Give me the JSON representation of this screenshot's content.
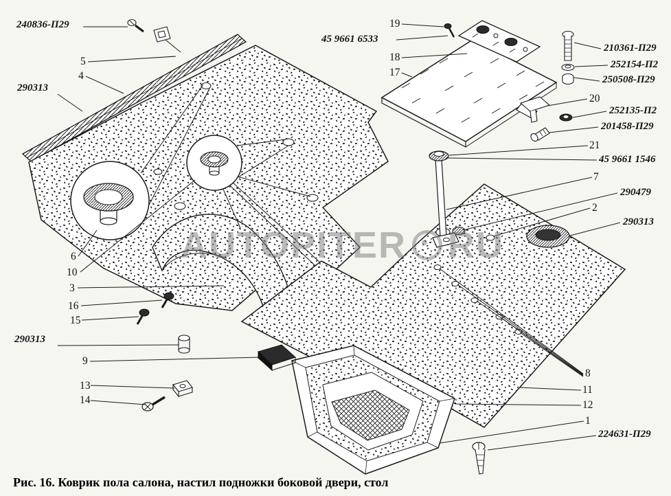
{
  "figure": {
    "caption": "Рис. 16. Коврик пола салона, настил подножки боковой двери, стол",
    "watermark_left": "AUTOPITER",
    "watermark_right": "RU"
  },
  "colors": {
    "background": "#f6f6f1",
    "ink": "#1a1a1a",
    "watermark": "#9c9c9c"
  },
  "callouts": {
    "part_240836": "240836-П29",
    "num_5": "5",
    "num_4": "4",
    "part_290313_top": "290313",
    "num_6": "6",
    "num_10": "10",
    "num_3": "3",
    "num_16": "16",
    "num_15": "15",
    "part_290313_left": "290313",
    "num_9": "9",
    "num_13": "13",
    "num_14": "14",
    "num_19": "19",
    "part_45_9661_6533": "45 9661 6533",
    "num_18": "18",
    "num_17": "17",
    "part_210361": "210361-П29",
    "part_252154": "252154-П2",
    "part_250508": "250508-П29",
    "num_20": "20",
    "part_252135": "252135-П2",
    "part_201458": "201458-П29",
    "num_21": "21",
    "part_45_9661_1546": "45 9661 1546",
    "num_7": "7",
    "part_290479": "290479",
    "num_2": "2",
    "part_290313_right": "290313",
    "num_8": "8",
    "num_11": "11",
    "num_12": "12",
    "num_1": "1",
    "part_224631": "224631-П29"
  }
}
